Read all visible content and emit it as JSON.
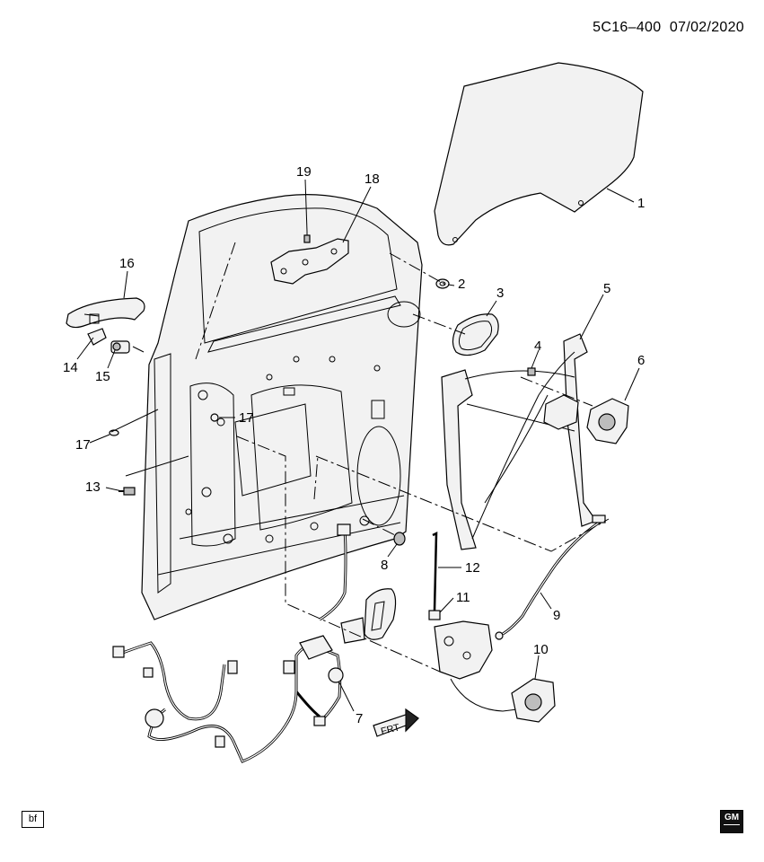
{
  "header": {
    "code": "5C16–400",
    "date": "07/02/2020"
  },
  "footer": {
    "box_label": "bf",
    "logo_text": "GM"
  },
  "front_arrow_label": "FRT",
  "callouts": [
    {
      "id": "c1",
      "label": "1"
    },
    {
      "id": "c2",
      "label": "2"
    },
    {
      "id": "c3",
      "label": "3"
    },
    {
      "id": "c4",
      "label": "4"
    },
    {
      "id": "c5",
      "label": "5"
    },
    {
      "id": "c6",
      "label": "6"
    },
    {
      "id": "c7",
      "label": "7"
    },
    {
      "id": "c8",
      "label": "8"
    },
    {
      "id": "c9",
      "label": "9"
    },
    {
      "id": "c10",
      "label": "10"
    },
    {
      "id": "c11",
      "label": "11"
    },
    {
      "id": "c12",
      "label": "12"
    },
    {
      "id": "c13",
      "label": "13"
    },
    {
      "id": "c14",
      "label": "14"
    },
    {
      "id": "c15",
      "label": "15"
    },
    {
      "id": "c16",
      "label": "16"
    },
    {
      "id": "c17a",
      "label": "17"
    },
    {
      "id": "c17b",
      "label": "17"
    },
    {
      "id": "c18",
      "label": "18"
    },
    {
      "id": "c19",
      "label": "19"
    }
  ],
  "colors": {
    "line": "#000000",
    "part_fill": "#f2f2f2",
    "shade": "#bdbdbd",
    "background": "#ffffff"
  }
}
